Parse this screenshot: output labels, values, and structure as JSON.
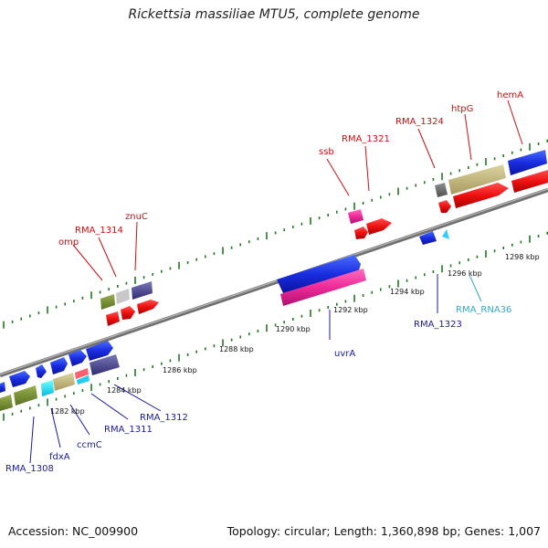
{
  "title": "Rickettsia massiliae MTU5, complete genome",
  "footer": {
    "accession": "Accession: NC_009900",
    "summary": "Topology: circular; Length: 1,360,898 bp; Genes: 1,007"
  },
  "colors": {
    "forward_label": "#cc1111",
    "reverse_label": "#1a1aa0",
    "rna_label": "#33aacc",
    "backbone": "#808080",
    "tick": "#1f7a1f"
  },
  "scale_labels": [
    "1282 kbp",
    "1284 kbp",
    "1286 kbp",
    "1288 kbp",
    "1290 kbp",
    "1292 kbp",
    "1294 kbp",
    "1296 kbp",
    "1298 kbp"
  ],
  "gene_labels": [
    {
      "text": "omp",
      "strand": "forward"
    },
    {
      "text": "RMA_1314",
      "strand": "forward"
    },
    {
      "text": "znuC",
      "strand": "forward"
    },
    {
      "text": "ssb",
      "strand": "forward"
    },
    {
      "text": "RMA_1321",
      "strand": "forward"
    },
    {
      "text": "RMA_1324",
      "strand": "forward"
    },
    {
      "text": "htpG",
      "strand": "forward"
    },
    {
      "text": "hemA",
      "strand": "forward"
    },
    {
      "text": "uvrA",
      "strand": "reverse"
    },
    {
      "text": "RMA_1323",
      "strand": "reverse"
    },
    {
      "text": "RMA_RNA36",
      "strand": "rna"
    },
    {
      "text": "RMA_1312",
      "strand": "reverse"
    },
    {
      "text": "RMA_1311",
      "strand": "reverse"
    },
    {
      "text": "ccmC",
      "strand": "reverse"
    },
    {
      "text": "fdxA",
      "strand": "reverse"
    },
    {
      "text": "RMA_1308",
      "strand": "reverse"
    }
  ]
}
